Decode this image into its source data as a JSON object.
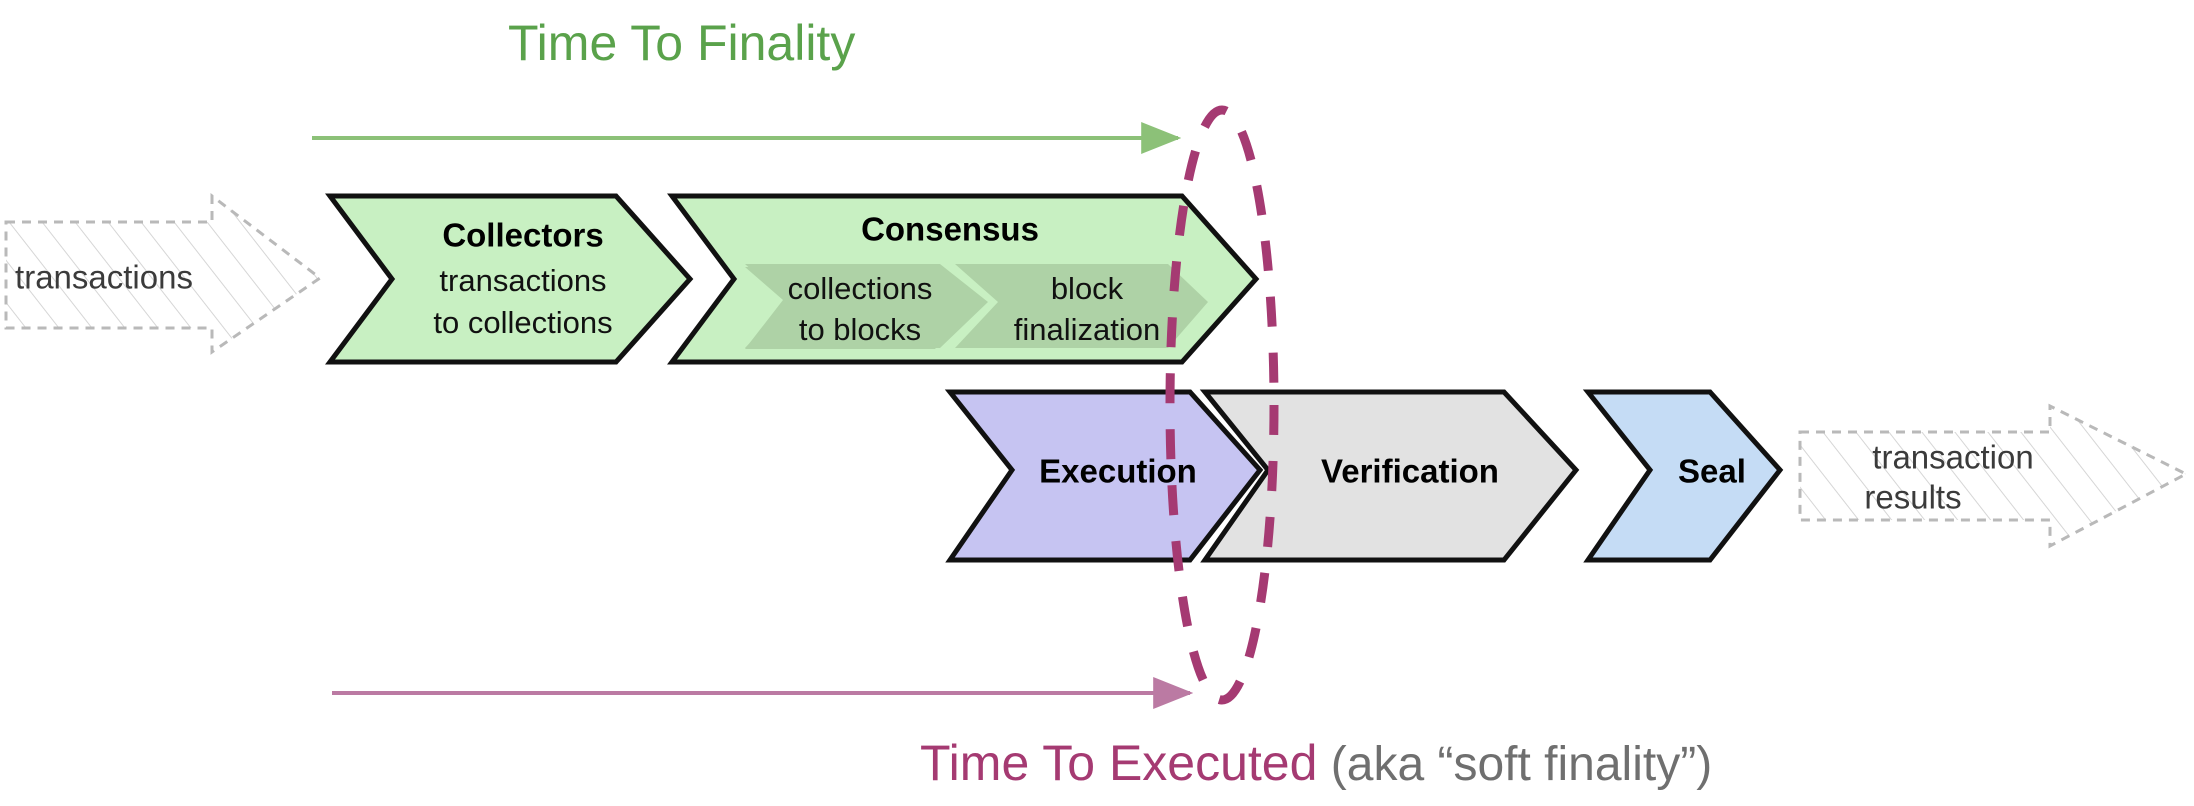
{
  "diagram": {
    "title_top": "Time To Finality",
    "title_bottom_main": "Time To Executed",
    "title_bottom_suffix": " (aka “soft finality”)",
    "colors": {
      "green_accent": "#5aa24b",
      "purple_accent": "#a53a72",
      "gray_accent": "#6f6f6f",
      "consensus_fill": "#c8f0c2",
      "consensus_inner_fill": "#aed2a6",
      "execution_fill": "#c6c4f2",
      "verification_fill": "#e2e2e2",
      "seal_fill": "#c5dcf5",
      "ghost_stroke": "#b9b9b9",
      "outline": "#111111"
    }
  },
  "inputs": {
    "left_label": "transactions"
  },
  "outputs": {
    "right_label_line1": "transaction",
    "right_label_line2": "results"
  },
  "pipeline": {
    "stages": [
      {
        "id": "collectors",
        "title": "Collectors",
        "sub_line1": "transactions",
        "sub_line2": "to collections",
        "fill": "#c8f0c2"
      },
      {
        "id": "consensus",
        "title": "Consensus",
        "fill": "#c8f0c2",
        "substages": [
          {
            "id": "collections-to-blocks",
            "line1": "collections",
            "line2": "to blocks"
          },
          {
            "id": "block-finalization",
            "line1": "block",
            "line2": "finalization"
          }
        ]
      },
      {
        "id": "execution",
        "title": "Execution",
        "fill": "#c6c4f2"
      },
      {
        "id": "verification",
        "title": "Verification",
        "fill": "#e2e2e2"
      },
      {
        "id": "seal",
        "title": "Seal",
        "fill": "#c5dcf5"
      }
    ]
  },
  "markers": {
    "finality_boundary_label": "finality-boundary-ellipse"
  }
}
